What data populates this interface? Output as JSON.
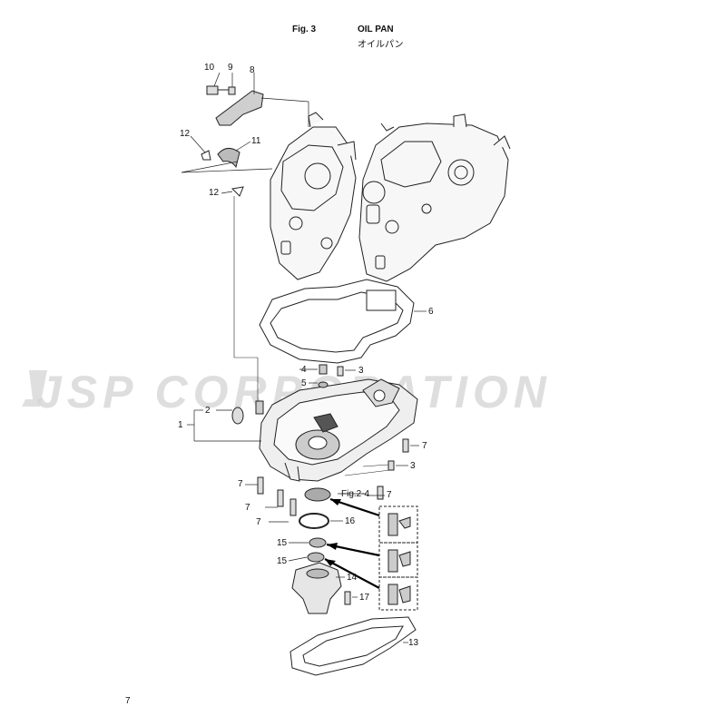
{
  "header": {
    "fig": "Fig. 3",
    "title_en": "OIL PAN",
    "title_jp": "オイルパン"
  },
  "page_number": "7",
  "watermark": "JSP CORPORATION",
  "parts": [
    {
      "num": "10"
    },
    {
      "num": "9"
    },
    {
      "num": "8"
    },
    {
      "num": "12"
    },
    {
      "num": "11"
    },
    {
      "num": "12"
    },
    {
      "num": "6"
    },
    {
      "num": "3"
    },
    {
      "num": "4"
    },
    {
      "num": "5"
    },
    {
      "num": "2"
    },
    {
      "num": "1"
    },
    {
      "num": "7"
    },
    {
      "num": "3"
    },
    {
      "num": "7"
    },
    {
      "num": "7"
    },
    {
      "num": "7"
    },
    {
      "num": "16"
    },
    {
      "num": "15"
    },
    {
      "num": "15"
    },
    {
      "num": "14"
    },
    {
      "num": "17"
    },
    {
      "num": "13"
    }
  ],
  "ref_label": "Fig.2-4"
}
